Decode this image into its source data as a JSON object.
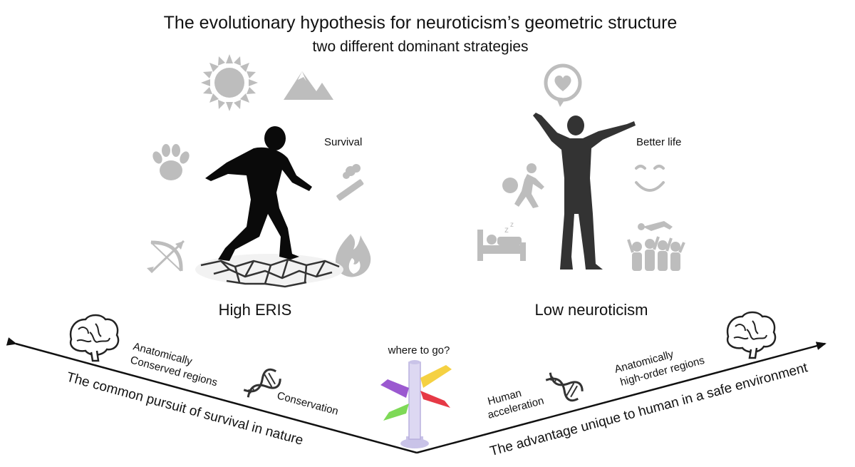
{
  "title": "The evolutionary hypothesis for neuroticism’s geometric structure",
  "subtitle": "two different dominant strategies",
  "left": {
    "label": "High ERIS",
    "tag": "Survival",
    "brain_label_line1": "Anatomically",
    "brain_label_line2": "Conserved regions",
    "dna_label": "Conservation",
    "axis_text": "The common pursuit of survival in nature"
  },
  "right": {
    "label": "Low neuroticism",
    "tag": "Better life",
    "brain_label_line1": "Anatomically",
    "brain_label_line2": "high-order regions",
    "dna_label_line1": "Human",
    "dna_label_line2": "acceleration",
    "axis_text": "The advantage unique to human in a safe environment"
  },
  "center": {
    "question": "where to go?",
    "signpost_colors": [
      "#f5d142",
      "#9b59d0",
      "#e63946",
      "#7ed957"
    ]
  },
  "colors": {
    "icon": "#bdbdbd",
    "silhouette_dark": "#0a0a0a",
    "silhouette_grey": "#333333"
  }
}
